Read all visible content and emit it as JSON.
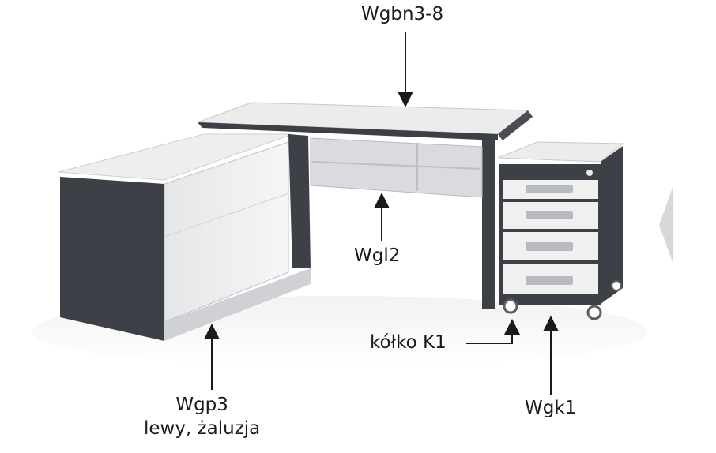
{
  "labels": {
    "desk_top": "Wgbn3-8",
    "modesty_panel": "Wgl2",
    "wheel": "kółko K1",
    "pedestal": "Wgk1",
    "cabinet_code": "Wgp3",
    "cabinet_desc": "lewy, żaluzja"
  },
  "colors": {
    "frame": "#3c3f45",
    "top": "#ececec",
    "panel": "#d9dbde",
    "arrow": "#1a1a1a"
  }
}
